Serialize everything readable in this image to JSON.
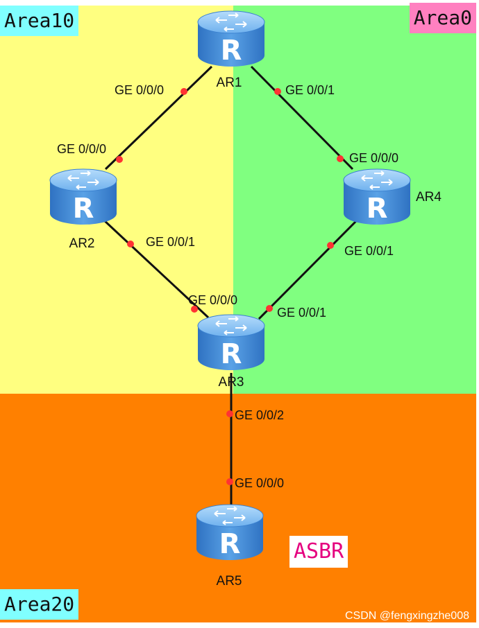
{
  "areas": [
    {
      "id": "area10",
      "label": "Area10",
      "color": "#ffff80",
      "label_bg": "#80ffff"
    },
    {
      "id": "area0",
      "label": "Area0",
      "color": "#80ff80",
      "label_bg": "#ff80c0"
    },
    {
      "id": "area20",
      "label": "Area20",
      "color": "#ff8000",
      "label_bg": "#80ffff"
    }
  ],
  "routers": [
    {
      "id": "AR1",
      "name": "AR1"
    },
    {
      "id": "AR2",
      "name": "AR2"
    },
    {
      "id": "AR3",
      "name": "AR3"
    },
    {
      "id": "AR4",
      "name": "AR4"
    },
    {
      "id": "AR5",
      "name": "AR5"
    }
  ],
  "links": [
    {
      "from": "AR1",
      "to": "AR2",
      "from_port": "GE 0/0/0",
      "to_port": "GE 0/0/0"
    },
    {
      "from": "AR1",
      "to": "AR4",
      "from_port": "GE 0/0/1",
      "to_port": "GE 0/0/0"
    },
    {
      "from": "AR2",
      "to": "AR3",
      "from_port": "GE 0/0/1",
      "to_port": "GE 0/0/0"
    },
    {
      "from": "AR4",
      "to": "AR3",
      "from_port": "GE 0/0/1",
      "to_port": "GE 0/0/1"
    },
    {
      "from": "AR3",
      "to": "AR5",
      "from_port": "GE 0/0/2",
      "to_port": "GE 0/0/0"
    }
  ],
  "asbr_label": "ASBR",
  "watermark": "CSDN @fengxingzhe008",
  "colors": {
    "link": "#111111",
    "port_dot": "#ff3333",
    "router_body": "#4a90d9",
    "router_top": "#8cc4f5",
    "asbr_text": "#e5007f"
  },
  "icons": {
    "router": "router-icon"
  }
}
